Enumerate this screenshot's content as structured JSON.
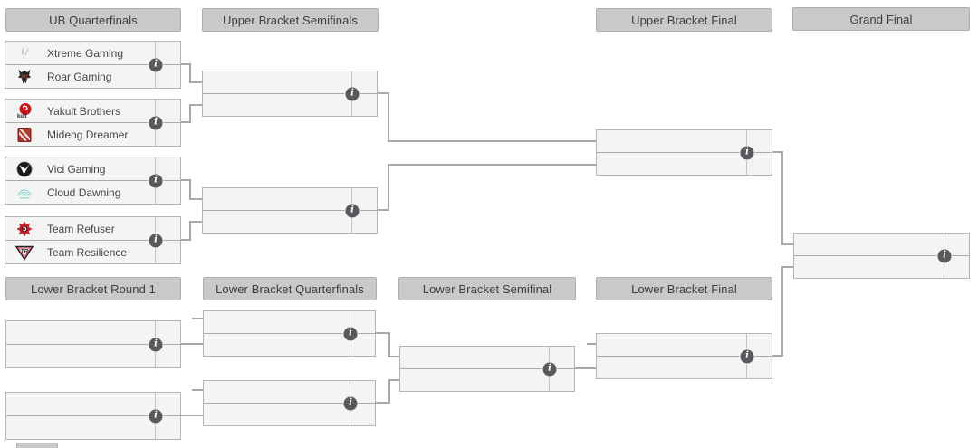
{
  "headers": {
    "ub_quarterfinals": "UB Quarterfinals",
    "ub_semifinals": "Upper Bracket Semifinals",
    "ub_final": "Upper Bracket Final",
    "grand_final": "Grand Final",
    "lb_round1": "Lower Bracket Round 1",
    "lb_quarterfinals": "Lower Bracket Quarterfinals",
    "lb_semifinal": "Lower Bracket Semifinal",
    "lb_final": "Lower Bracket Final"
  },
  "matches": {
    "ub_qf_1": {
      "teams": [
        {
          "name": "Xtreme Gaming",
          "icon": "xtreme-gaming-logo-icon"
        },
        {
          "name": "Roar Gaming",
          "icon": "roar-gaming-logo-icon"
        }
      ]
    },
    "ub_qf_2": {
      "teams": [
        {
          "name": "Yakult Brothers",
          "icon": "yakult-brothers-logo-icon"
        },
        {
          "name": "Mideng Dreamer",
          "icon": "mideng-dreamer-logo-icon"
        }
      ]
    },
    "ub_qf_3": {
      "teams": [
        {
          "name": "Vici Gaming",
          "icon": "vici-gaming-logo-icon"
        },
        {
          "name": "Cloud Dawning",
          "icon": "cloud-dawning-logo-icon"
        }
      ]
    },
    "ub_qf_4": {
      "teams": [
        {
          "name": "Team Refuser",
          "icon": "team-refuser-logo-icon"
        },
        {
          "name": "Team Resilience",
          "icon": "team-resilience-logo-icon"
        }
      ]
    }
  },
  "ui": {
    "info_icon_glyph": "i"
  },
  "colors": {
    "header_bg": "#c9c9c9",
    "header_text": "#3d3d3d",
    "match_bg": "#f4f4f4",
    "match_border": "#b4b4b9",
    "connector": "#a8a8a8",
    "info_badge_bg": "#59595d",
    "team_text": "#454545",
    "yakult_red": "#c5161d",
    "mideng_red": "#b03a30",
    "vici_black": "#1a1a1f",
    "cloud_teal": "#8bdad1",
    "refuser_red": "#c1272d",
    "resilience_dark": "#24242c"
  }
}
